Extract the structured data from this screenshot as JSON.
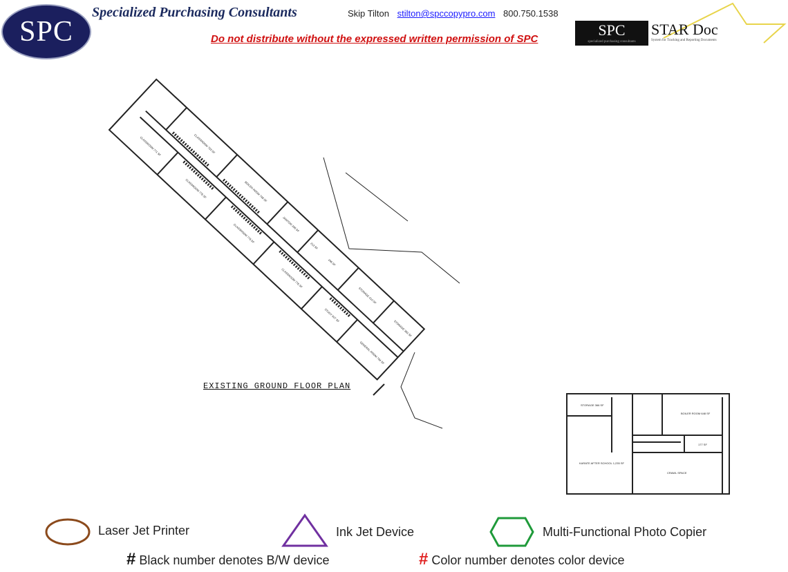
{
  "header": {
    "logo_text": "SPC",
    "company": "Specialized Purchasing Consultants",
    "contact_name": "Skip Tilton",
    "contact_email": "stilton@spccopypro.com",
    "contact_phone": "800.750.1538",
    "warning": "Do not distribute without the expressed written permission of SPC",
    "star_logo_left": "SPC",
    "star_logo_right": "STAR Doc",
    "star_logo_sub_left": "specialized purchasing consultants",
    "star_logo_sub_right": "System for Tracking and Reporting Documents"
  },
  "plan": {
    "title": "EXISTING GROUND FLOOR PLAN",
    "rooms": [
      {
        "name": "CLASSROOM",
        "area": "771 SF"
      },
      {
        "name": "CLASSROOM",
        "area": "776 SF"
      },
      {
        "name": "CLASSROOM",
        "area": "776 SF"
      },
      {
        "name": "CLASSROOM",
        "area": "776 SF"
      },
      {
        "name": "STUDY",
        "area": "507 SF"
      },
      {
        "name": "GENERAL ROOM",
        "area": "794 SF"
      },
      {
        "name": "CLASSROOM",
        "area": "753 SF"
      },
      {
        "name": "BOILER ROOM",
        "area": "748 SF"
      },
      {
        "name": "JANITOR",
        "area": "336 SF"
      },
      {
        "name": "",
        "area": "213 SF"
      },
      {
        "name": "",
        "area": "246 SF"
      },
      {
        "name": "STORAGE",
        "area": "410 SF"
      },
      {
        "name": "STORAGE",
        "area": "393 SF"
      }
    ],
    "lower_rooms": [
      {
        "name": "STORAGE",
        "area": "366 SF"
      },
      {
        "name": "BOILER ROOM",
        "area": "648 SF"
      },
      {
        "name": "",
        "area": "177 SF"
      },
      {
        "name": "KARATE AFTER SCHOOL",
        "area": "1,235 SF"
      },
      {
        "name": "CRAWL SPACE",
        "area": ""
      }
    ]
  },
  "legend": {
    "laser": "Laser Jet Printer",
    "inkjet": "Ink Jet Device",
    "mfp": "Multi-Functional Photo Copier",
    "bw_symbol": "#",
    "bw_text": "Black number denotes B/W device",
    "color_symbol": "#",
    "color_text": "Color number denotes color device",
    "colors": {
      "laser": "#8b4a1c",
      "inkjet": "#7030a0",
      "mfp": "#1f9a3a",
      "color_hash": "#e02020"
    }
  }
}
